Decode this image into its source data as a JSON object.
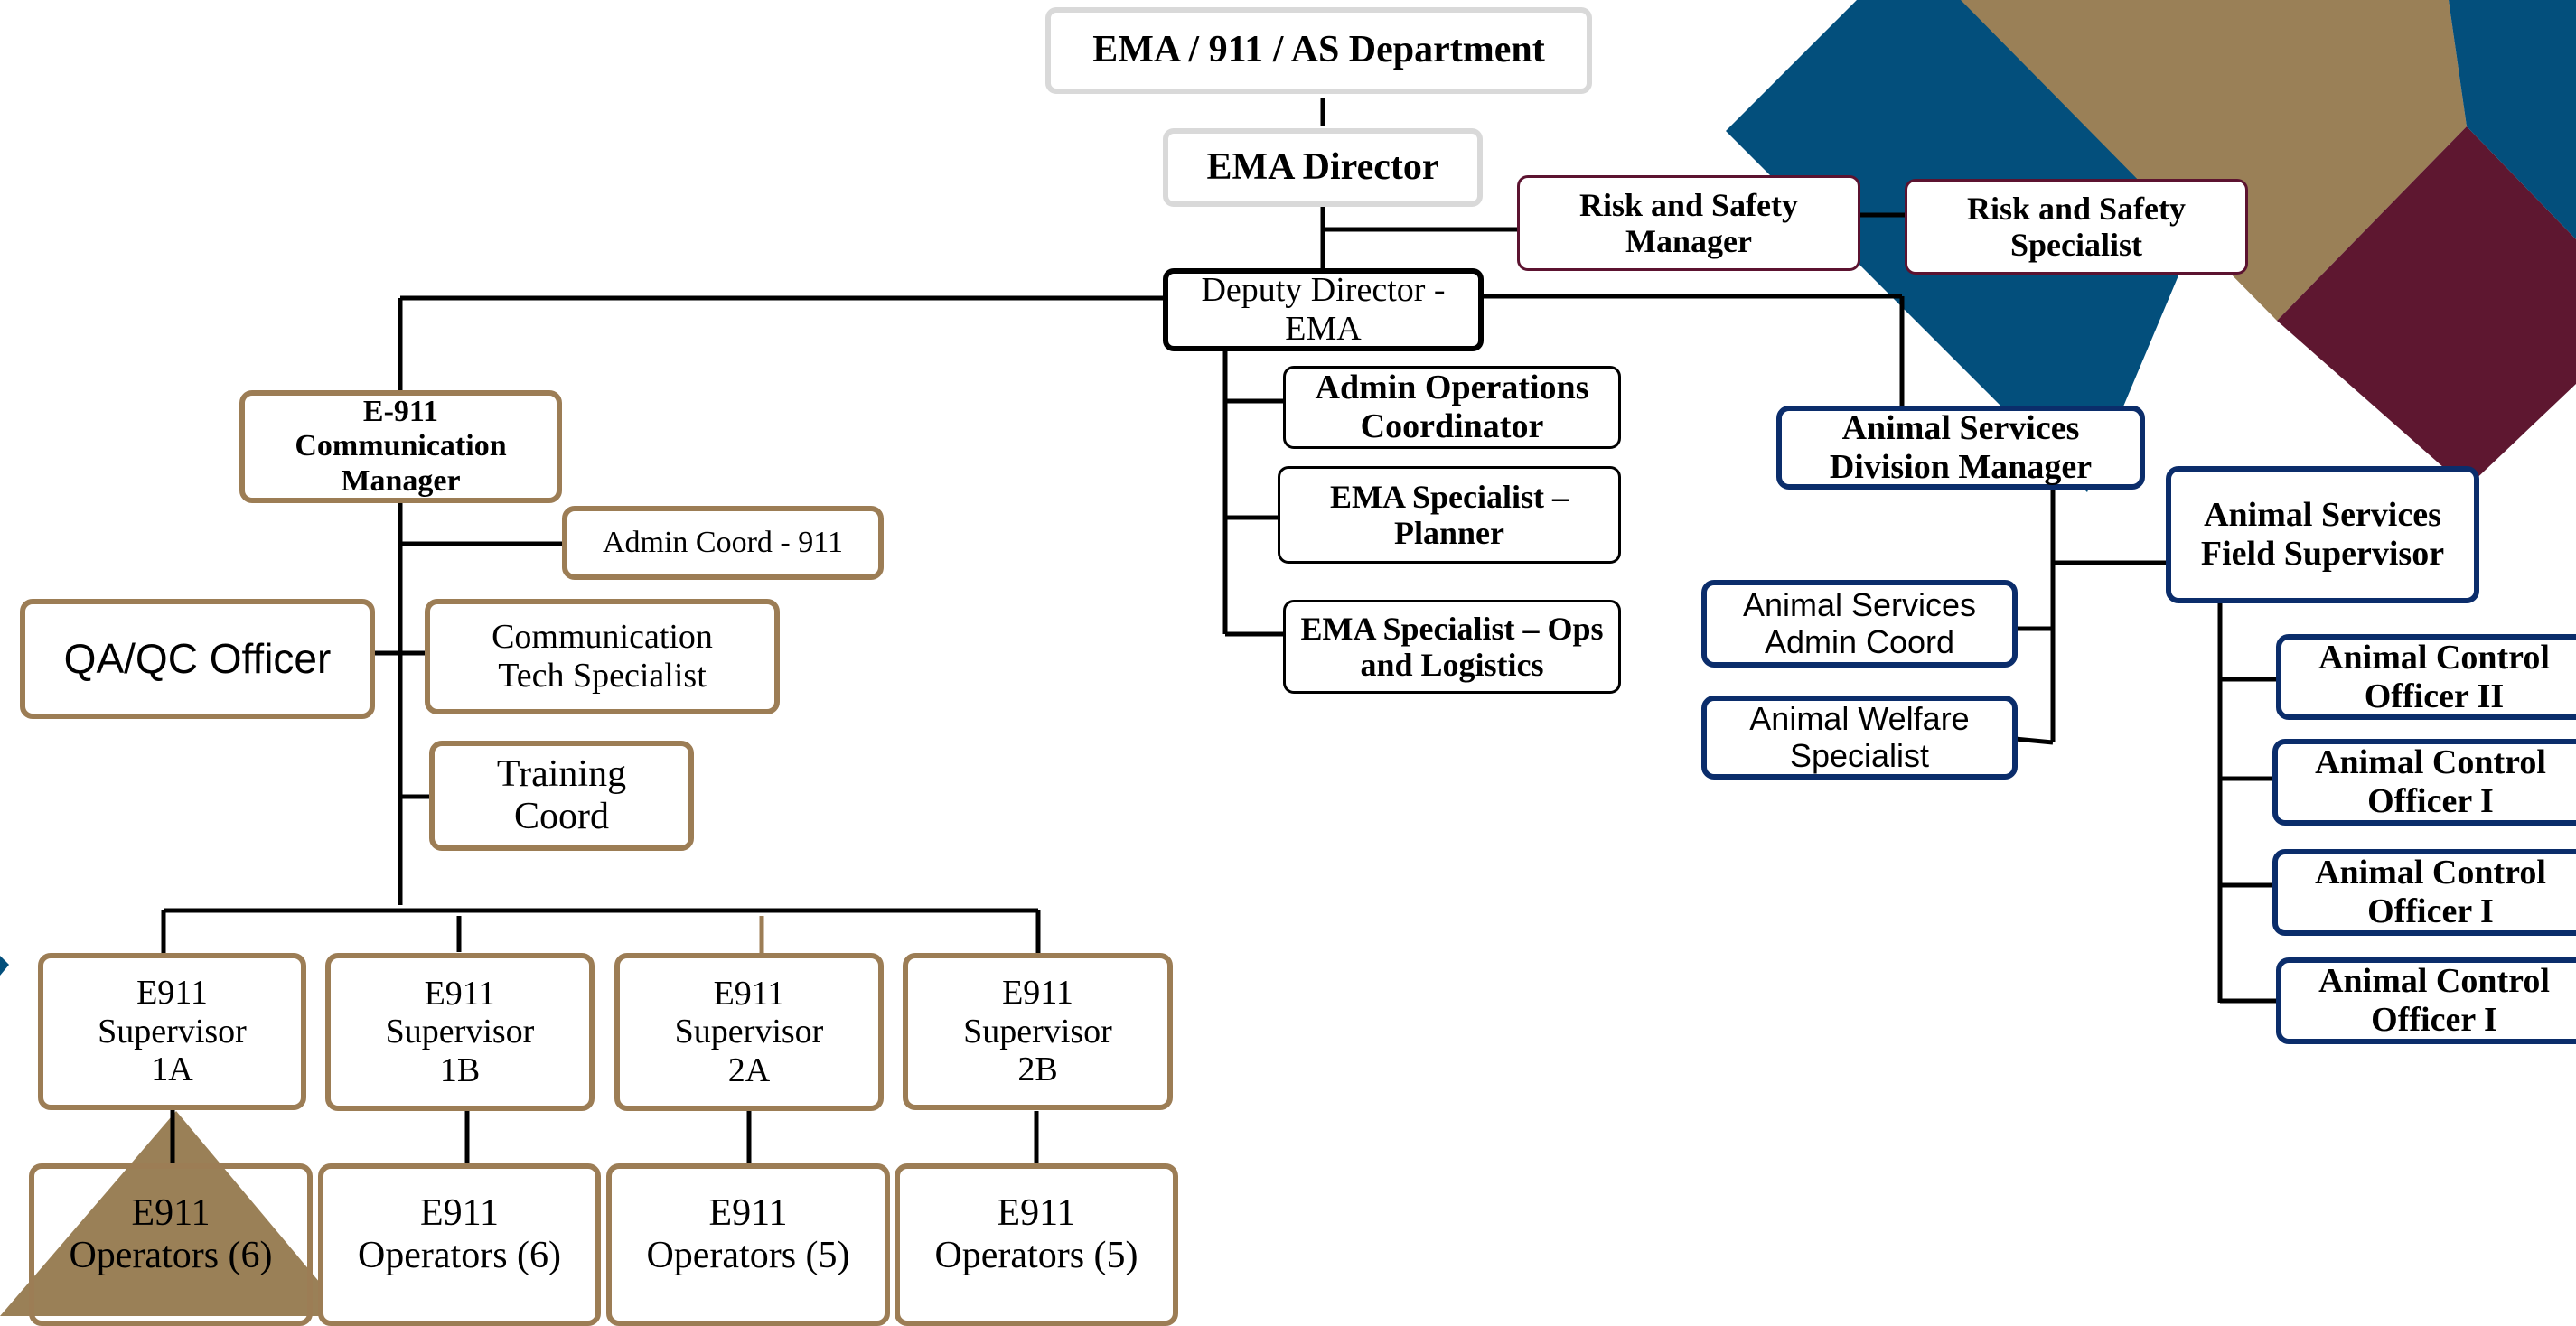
{
  "title": "EMA / 911 / AS Department",
  "director": "EMA Director",
  "risk_manager": "Risk and Safety\nManager",
  "risk_specialist": "Risk and Safety\nSpecialist",
  "deputy": "Deputy Director -\nEMA",
  "admin_ops": "Admin Operations\nCoordinator",
  "ema_planner": "EMA Specialist –\nPlanner",
  "ema_ops": "EMA Specialist – Ops\nand Logistics",
  "e911_manager": "E-911\nCommunication\nManager",
  "admin_coord_911": "Admin Coord - 911",
  "qa_qc": "QA/QC Officer",
  "comm_tech": "Communication\nTech Specialist",
  "training": "Training\nCoord",
  "supervisors": [
    "E911\nSupervisor\n1A",
    "E911\nSupervisor\n1B",
    "E911\nSupervisor\n2A",
    "E911\nSupervisor\n2B"
  ],
  "operators": [
    "E911\nOperators (6)",
    "E911\nOperators (6)",
    "E911\nOperators (5)",
    "E911\nOperators (5)"
  ],
  "as_manager": "Animal Services\nDivision Manager",
  "as_admin": "Animal Services\nAdmin Coord",
  "welfare": "Animal Welfare\nSpecialist",
  "field_supervisor": "Animal Services\nField Supervisor",
  "aco": [
    "Animal Control\nOfficer  II",
    "Animal Control\nOfficer  I",
    "Animal Control\nOfficer  I",
    "Animal Control\nOfficer  I"
  ],
  "colors": {
    "navy": "#0b2d6b",
    "gold": "#9c7d55",
    "blue_deco": "#034f7c",
    "tan_deco": "#9a8057",
    "maroon_deco": "#5e1730"
  }
}
